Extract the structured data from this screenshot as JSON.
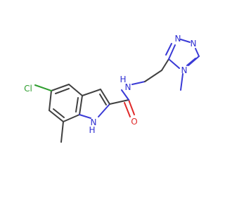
{
  "colors": {
    "carbon_bond": "#404040",
    "nitrogen": "#2f2fd2",
    "oxygen": "#e02a2a",
    "chlorine": "#2f9e2f",
    "background": "#ffffff"
  },
  "atoms": {
    "chlorine": "Cl",
    "indole_nh": "H\nN",
    "indole_nh_n": "N",
    "indole_nh_h": "H",
    "amide_o": "O",
    "amide_n": "N",
    "amide_h": "H",
    "triazole_n1": "N",
    "triazole_n2": "N",
    "triazole_n4": "N"
  }
}
